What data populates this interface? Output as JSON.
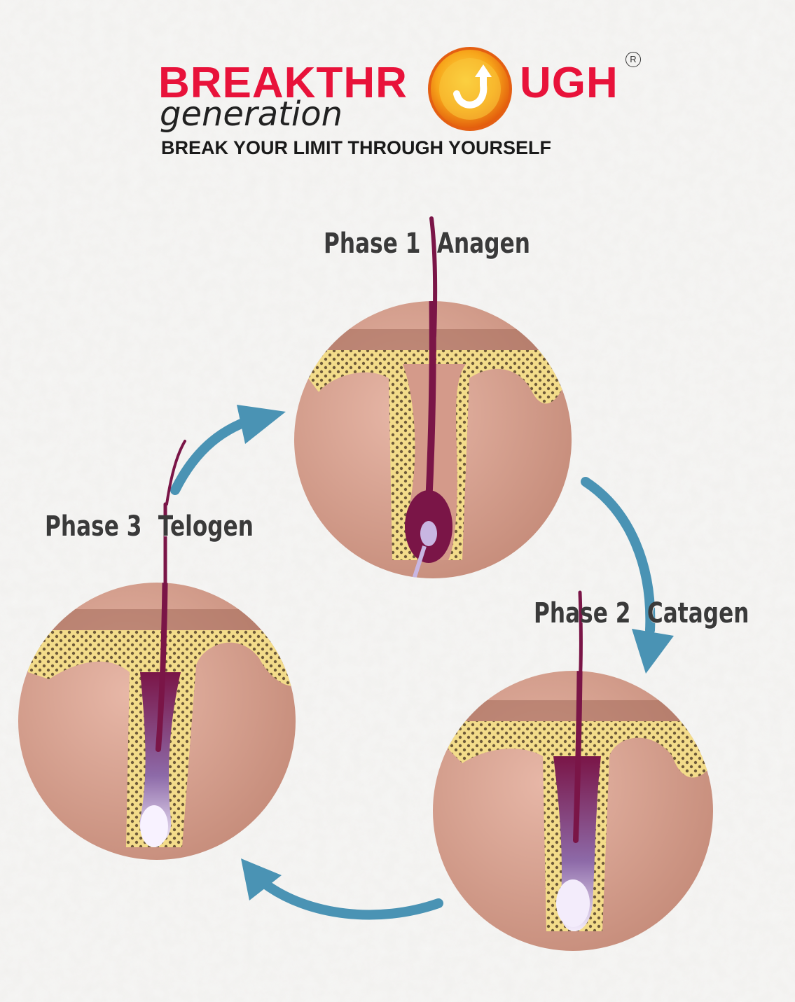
{
  "brand": {
    "name_left": "BREAKTHR",
    "name_right": "UGH",
    "sub": "generation",
    "tagline": "BREAK YOUR LIMIT THROUGH YOURSELF",
    "registered_mark": "R",
    "icon": "orange-circle-up-arrow-icon",
    "colors": {
      "red": "#e8123a",
      "orange": "#f39a12",
      "dark": "#1a1a1a"
    }
  },
  "phases": [
    {
      "label": "Phase 1",
      "name": "Anagen"
    },
    {
      "label": "Phase 2",
      "name": "Catagen"
    },
    {
      "label": "Phase 3",
      "name": "Telogen"
    }
  ],
  "colors": {
    "skin": "#d9a393",
    "skin_dark": "#b8806f",
    "fat": "#f3dc8a",
    "hair": "#7a1547",
    "arrow": "#4a93b4",
    "bulb_light": "#c8b6e2"
  }
}
